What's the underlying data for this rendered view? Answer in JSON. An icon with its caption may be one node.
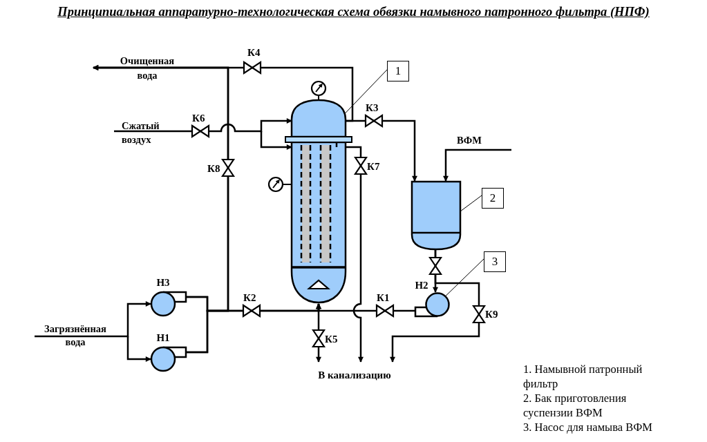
{
  "diagram": {
    "title": "Принципиальная аппаратурно-технологическая схема обвязки намывного патронного фильтра (НПФ)",
    "nodes": [
      {
        "text": [
          "1"
        ]
      },
      {
        "text": [
          "2"
        ]
      },
      {
        "text": [
          "3"
        ]
      },
      {
        "text": [],
        "shape": "cylinder"
      },
      {
        "text": [],
        "shape": "box"
      },
      {
        "text": [
          "Н3"
        ]
      },
      {
        "text": [
          "Н1"
        ]
      },
      {
        "text": [
          "Н2"
        ]
      },
      {
        "text": [
          "В канализацию"
        ]
      }
    ],
    "edges": [
      {
        "from": 0,
        "to": 3,
        "arrow": "none"
      },
      {
        "from": 1,
        "to": 4,
        "arrow": "none"
      },
      {
        "from": 2,
        "to": 7,
        "arrow": "none"
      },
      {
        "from": null,
        "to": 5,
        "arrow": "to",
        "label": "Загрязнённая вода"
      },
      {
        "from": null,
        "to": 6,
        "arrow": "to"
      },
      {
        "from": 5,
        "to": 3,
        "arrow": "to"
      },
      {
        "from": 6,
        "to": 3,
        "arrow": "to"
      },
      {
        "from": 3,
        "to": null,
        "arrow": "to",
        "label": "Очищенная вода"
      },
      {
        "from": 5,
        "to": null,
        "arrow": "to"
      },
      {
        "from": 6,
        "to": null,
        "arrow": "to"
      },
      {
        "from": null,
        "to": 3,
        "arrow": "to",
        "label": "Сжатый воздух"
      },
      {
        "from": null,
        "to": 3,
        "arrow": "to"
      },
      {
        "from": 3,
        "to": 4,
        "arrow": "to"
      },
      {
        "from": null,
        "to": 4,
        "arrow": "to",
        "label": "ВФМ"
      },
      {
        "from": 4,
        "to": 7,
        "arrow": "to"
      },
      {
        "from": 7,
        "to": 3,
        "arrow": "to"
      },
      {
        "from": 3,
        "to": 8,
        "arrow": "to"
      },
      {
        "from": 3,
        "to": 8,
        "arrow": "to"
      },
      {
        "from": 4,
        "to": 8,
        "arrow": "to"
      }
    ],
    "labels": [
      "К4",
      "К6",
      "К3",
      "К8",
      "К7",
      "К2",
      "К1",
      "К5",
      "К9",
      "1. Намывной патронный фильтр",
      "2. Бак приготовления суспензии ВФМ",
      "3. Насос для намыва ВФМ"
    ]
  }
}
